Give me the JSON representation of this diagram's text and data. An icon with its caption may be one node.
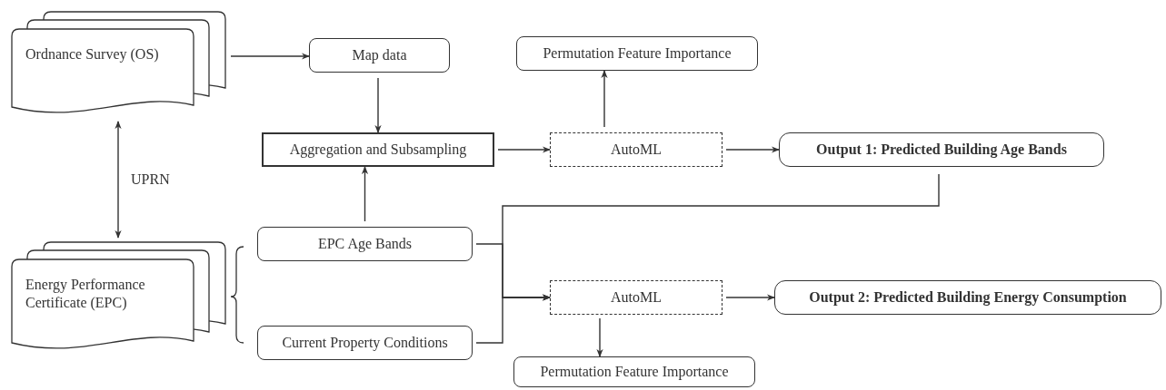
{
  "diagram": {
    "nodes": [
      {
        "text": [
          "Ordnance Survey (OS)"
        ]
      },
      {
        "text": [
          "Energy Performance Certificate (EPC)"
        ]
      },
      {
        "text": [
          "Map data"
        ]
      },
      {
        "text": [
          "Aggregation and Subsampling"
        ]
      },
      {
        "text": [
          "Permutation Feature Importance"
        ]
      },
      {
        "text": [
          "AutoML"
        ]
      },
      {
        "text": [
          "Output 1: Predicted Building Age Bands"
        ]
      },
      {
        "text": [
          "EPC Age Bands"
        ]
      },
      {
        "text": [
          "AutoML"
        ]
      },
      {
        "text": [
          "Output 2: Predicted Building Energy Consumption"
        ]
      },
      {
        "text": [
          "Current Property Conditions"
        ]
      },
      {
        "text": [
          "Permutation Feature Importance"
        ]
      }
    ],
    "edges": [
      {
        "from": 0,
        "to": 2,
        "arrow": "to"
      },
      {
        "from": 2,
        "to": 3,
        "arrow": "to"
      },
      {
        "from": 0,
        "to": 1,
        "arrow": "both",
        "label": "UPRN"
      },
      {
        "from": 7,
        "to": 3,
        "arrow": "to"
      },
      {
        "from": 3,
        "to": 5,
        "arrow": "to"
      },
      {
        "from": 5,
        "to": 4,
        "arrow": "to"
      },
      {
        "from": 5,
        "to": 6,
        "arrow": "to"
      },
      {
        "from": 6,
        "to": 8,
        "arrow": "to"
      },
      {
        "from": 7,
        "to": 8,
        "arrow": "to"
      },
      {
        "from": 10,
        "to": 8,
        "arrow": "to"
      },
      {
        "from": 8,
        "to": 9,
        "arrow": "to"
      },
      {
        "from": 8,
        "to": 11,
        "arrow": "to"
      }
    ]
  }
}
